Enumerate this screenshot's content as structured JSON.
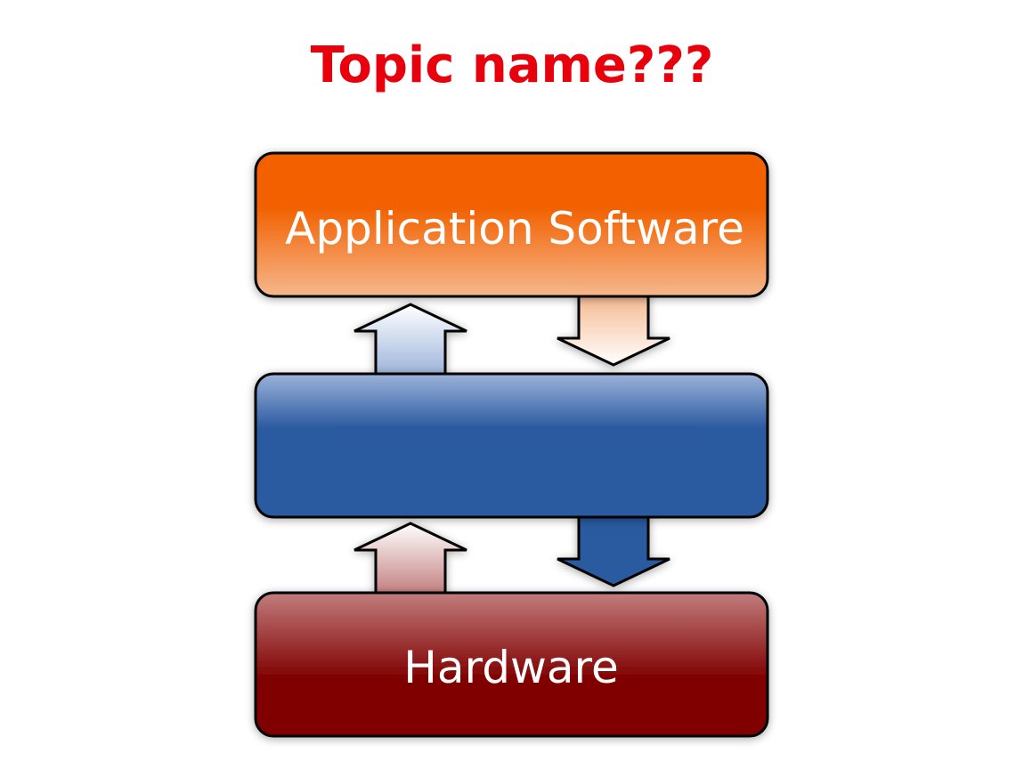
{
  "title": "Topic name???",
  "layers": {
    "top": {
      "label": "Application Software"
    },
    "middle": {
      "label": ""
    },
    "bottom": {
      "label": "Hardware"
    }
  },
  "colors": {
    "title": "#e8000d",
    "application_top": "#f26100",
    "application_bottom": "#f5b88e",
    "middle_blue": "#2c5aa0",
    "middle_light": "#9cb3da",
    "hardware_top": "#c27d7d",
    "hardware_bottom": "#800000",
    "outline": "#000000",
    "label_text": "#ffffff"
  }
}
